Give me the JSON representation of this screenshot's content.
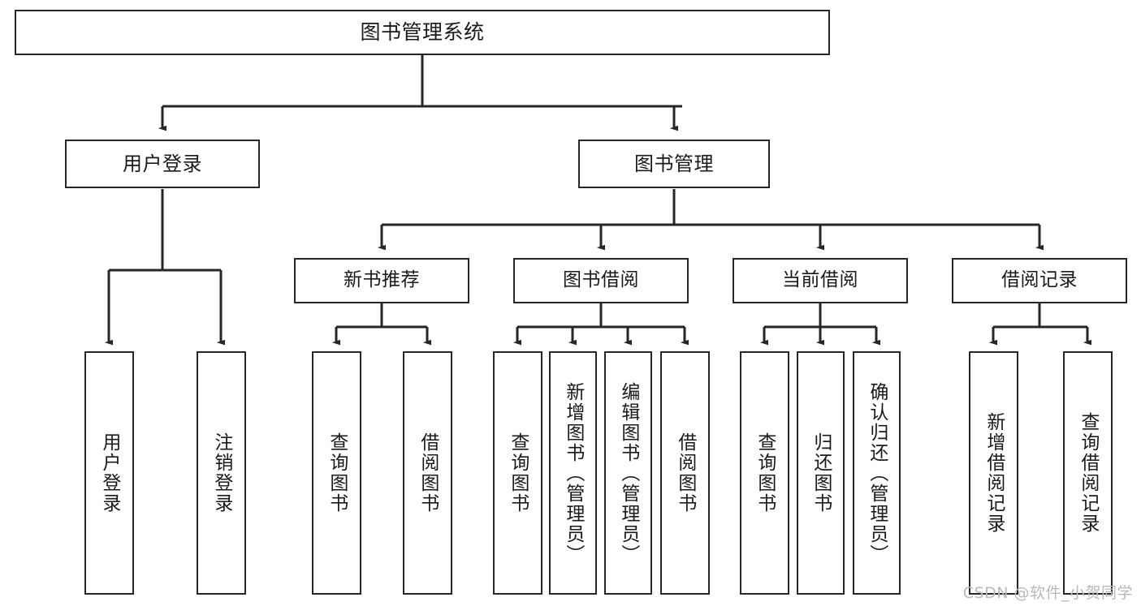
{
  "diagram": {
    "title": "图书管理系统",
    "type": "tree-hierarchy-functional-decomposition",
    "root": {
      "id": "root",
      "label": "图书管理系统"
    },
    "level2": [
      {
        "id": "user-login",
        "label": "用户登录"
      },
      {
        "id": "book-management",
        "label": "图书管理"
      }
    ],
    "level3": [
      {
        "id": "new-book-recommend",
        "label": "新书推荐",
        "parent": "book-management"
      },
      {
        "id": "book-borrow",
        "label": "图书借阅",
        "parent": "book-management"
      },
      {
        "id": "current-borrow",
        "label": "当前借阅",
        "parent": "book-management"
      },
      {
        "id": "borrow-record",
        "label": "借阅记录",
        "parent": "book-management"
      }
    ],
    "leaves": [
      {
        "id": "leaf-user-login",
        "label": "用户登录",
        "parent": "user-login"
      },
      {
        "id": "leaf-logout-login",
        "label": "注销登录",
        "parent": "user-login"
      },
      {
        "id": "leaf-query-book-1",
        "label": "查询图书",
        "parent": "new-book-recommend"
      },
      {
        "id": "leaf-borrow-book-1",
        "label": "借阅图书",
        "parent": "new-book-recommend"
      },
      {
        "id": "leaf-query-book-2",
        "label": "查询图书",
        "parent": "book-borrow"
      },
      {
        "id": "leaf-add-book",
        "label": "新增图书（管理员）",
        "parent": "book-borrow"
      },
      {
        "id": "leaf-edit-book",
        "label": "编辑图书（管理员）",
        "parent": "book-borrow"
      },
      {
        "id": "leaf-borrow-book-2",
        "label": "借阅图书",
        "parent": "book-borrow"
      },
      {
        "id": "leaf-query-book-3",
        "label": "查询图书",
        "parent": "current-borrow"
      },
      {
        "id": "leaf-return-book",
        "label": "归还图书",
        "parent": "current-borrow"
      },
      {
        "id": "leaf-confirm-return",
        "label": "确认归还（管理员）",
        "parent": "current-borrow"
      },
      {
        "id": "leaf-add-record",
        "label": "新增借阅记录",
        "parent": "borrow-record"
      },
      {
        "id": "leaf-query-record",
        "label": "查询借阅记录",
        "parent": "borrow-record"
      }
    ],
    "watermark": "CSDN @软件_小贺同学",
    "colors": {
      "stroke": "#262626",
      "fill": "#ffffff",
      "text": "#1a1a1a",
      "watermark": "#b9b9b9"
    }
  }
}
